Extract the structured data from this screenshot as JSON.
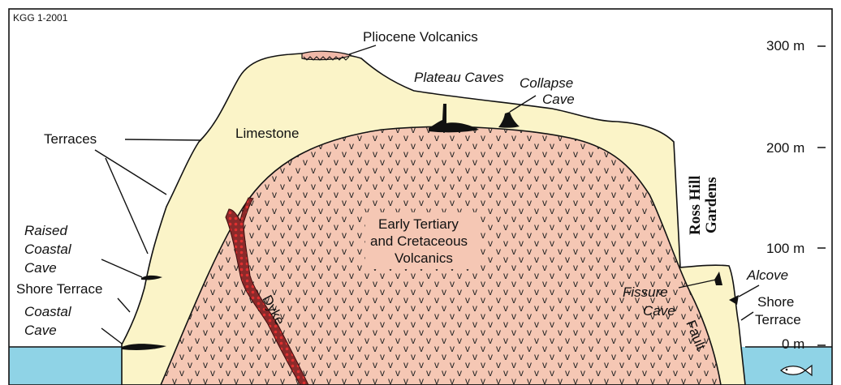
{
  "figure_id": "KGG 1-2001",
  "scale": {
    "ticks": [
      {
        "label": "300 m"
      },
      {
        "label": "200 m"
      },
      {
        "label": "100 m"
      },
      {
        "label": "0  m"
      }
    ]
  },
  "labels": {
    "pliocene": "Pliocene Volcanics",
    "plateau_caves": "Plateau Caves",
    "collapse_1": "Collapse",
    "collapse_2": "Cave",
    "limestone": "Limestone",
    "terraces": "Terraces",
    "raised_1": "Raised",
    "raised_2": "Coastal",
    "raised_3": "Cave",
    "shore_left": "Shore Terrace",
    "coastal_1": "Coastal",
    "coastal_2": "Cave",
    "volc_1": "Early Tertiary",
    "volc_2": "and Cretaceous",
    "volc_3": "Volcanics",
    "dyke": "Dyke",
    "fissure_1": "Fissure",
    "fissure_2": "Cave",
    "fault": "Fault",
    "ross_1": "Ross Hill",
    "ross_2": "Gardens",
    "alcove": "Alcove",
    "shore_right_1": "Shore",
    "shore_right_2": "Terrace"
  },
  "colors": {
    "limestone": "#fbf4c8",
    "volcanics": "#f5c7b4",
    "pliocene": "#f0b8a8",
    "sea": "#8fd3e6",
    "dyke": "#8a2a2a",
    "dyke_dots": "#e03030"
  }
}
